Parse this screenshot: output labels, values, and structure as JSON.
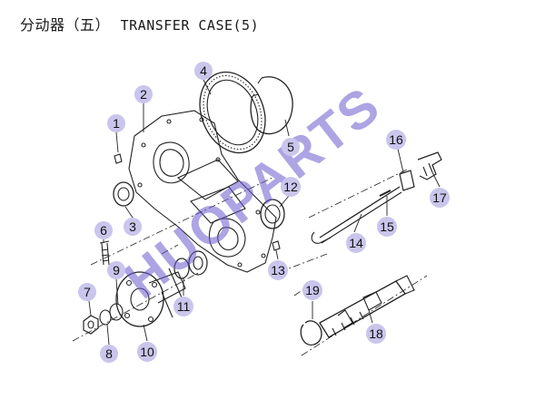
{
  "header": {
    "title_cn": "分动器（五）",
    "title_en": "TRANSFER CASE(5)"
  },
  "watermark": {
    "text": "HUOPARTS",
    "color": "#6a5acd"
  },
  "colors": {
    "ink": "#222222",
    "callout_fill": "#c9c5ec",
    "watermark": "#6a5acd"
  },
  "callouts": [
    {
      "id": "1",
      "label": "1"
    },
    {
      "id": "2",
      "label": "2"
    },
    {
      "id": "3",
      "label": "3"
    },
    {
      "id": "4",
      "label": "4"
    },
    {
      "id": "5",
      "label": "5"
    },
    {
      "id": "6",
      "label": "6"
    },
    {
      "id": "7",
      "label": "7"
    },
    {
      "id": "8",
      "label": "8"
    },
    {
      "id": "9",
      "label": "9"
    },
    {
      "id": "10",
      "label": "10"
    },
    {
      "id": "11",
      "label": "11"
    },
    {
      "id": "12",
      "label": "12"
    },
    {
      "id": "13",
      "label": "13"
    },
    {
      "id": "14",
      "label": "14"
    },
    {
      "id": "15",
      "label": "15"
    },
    {
      "id": "16",
      "label": "16"
    },
    {
      "id": "17",
      "label": "17"
    },
    {
      "id": "18",
      "label": "18"
    },
    {
      "id": "19",
      "label": "19"
    }
  ]
}
